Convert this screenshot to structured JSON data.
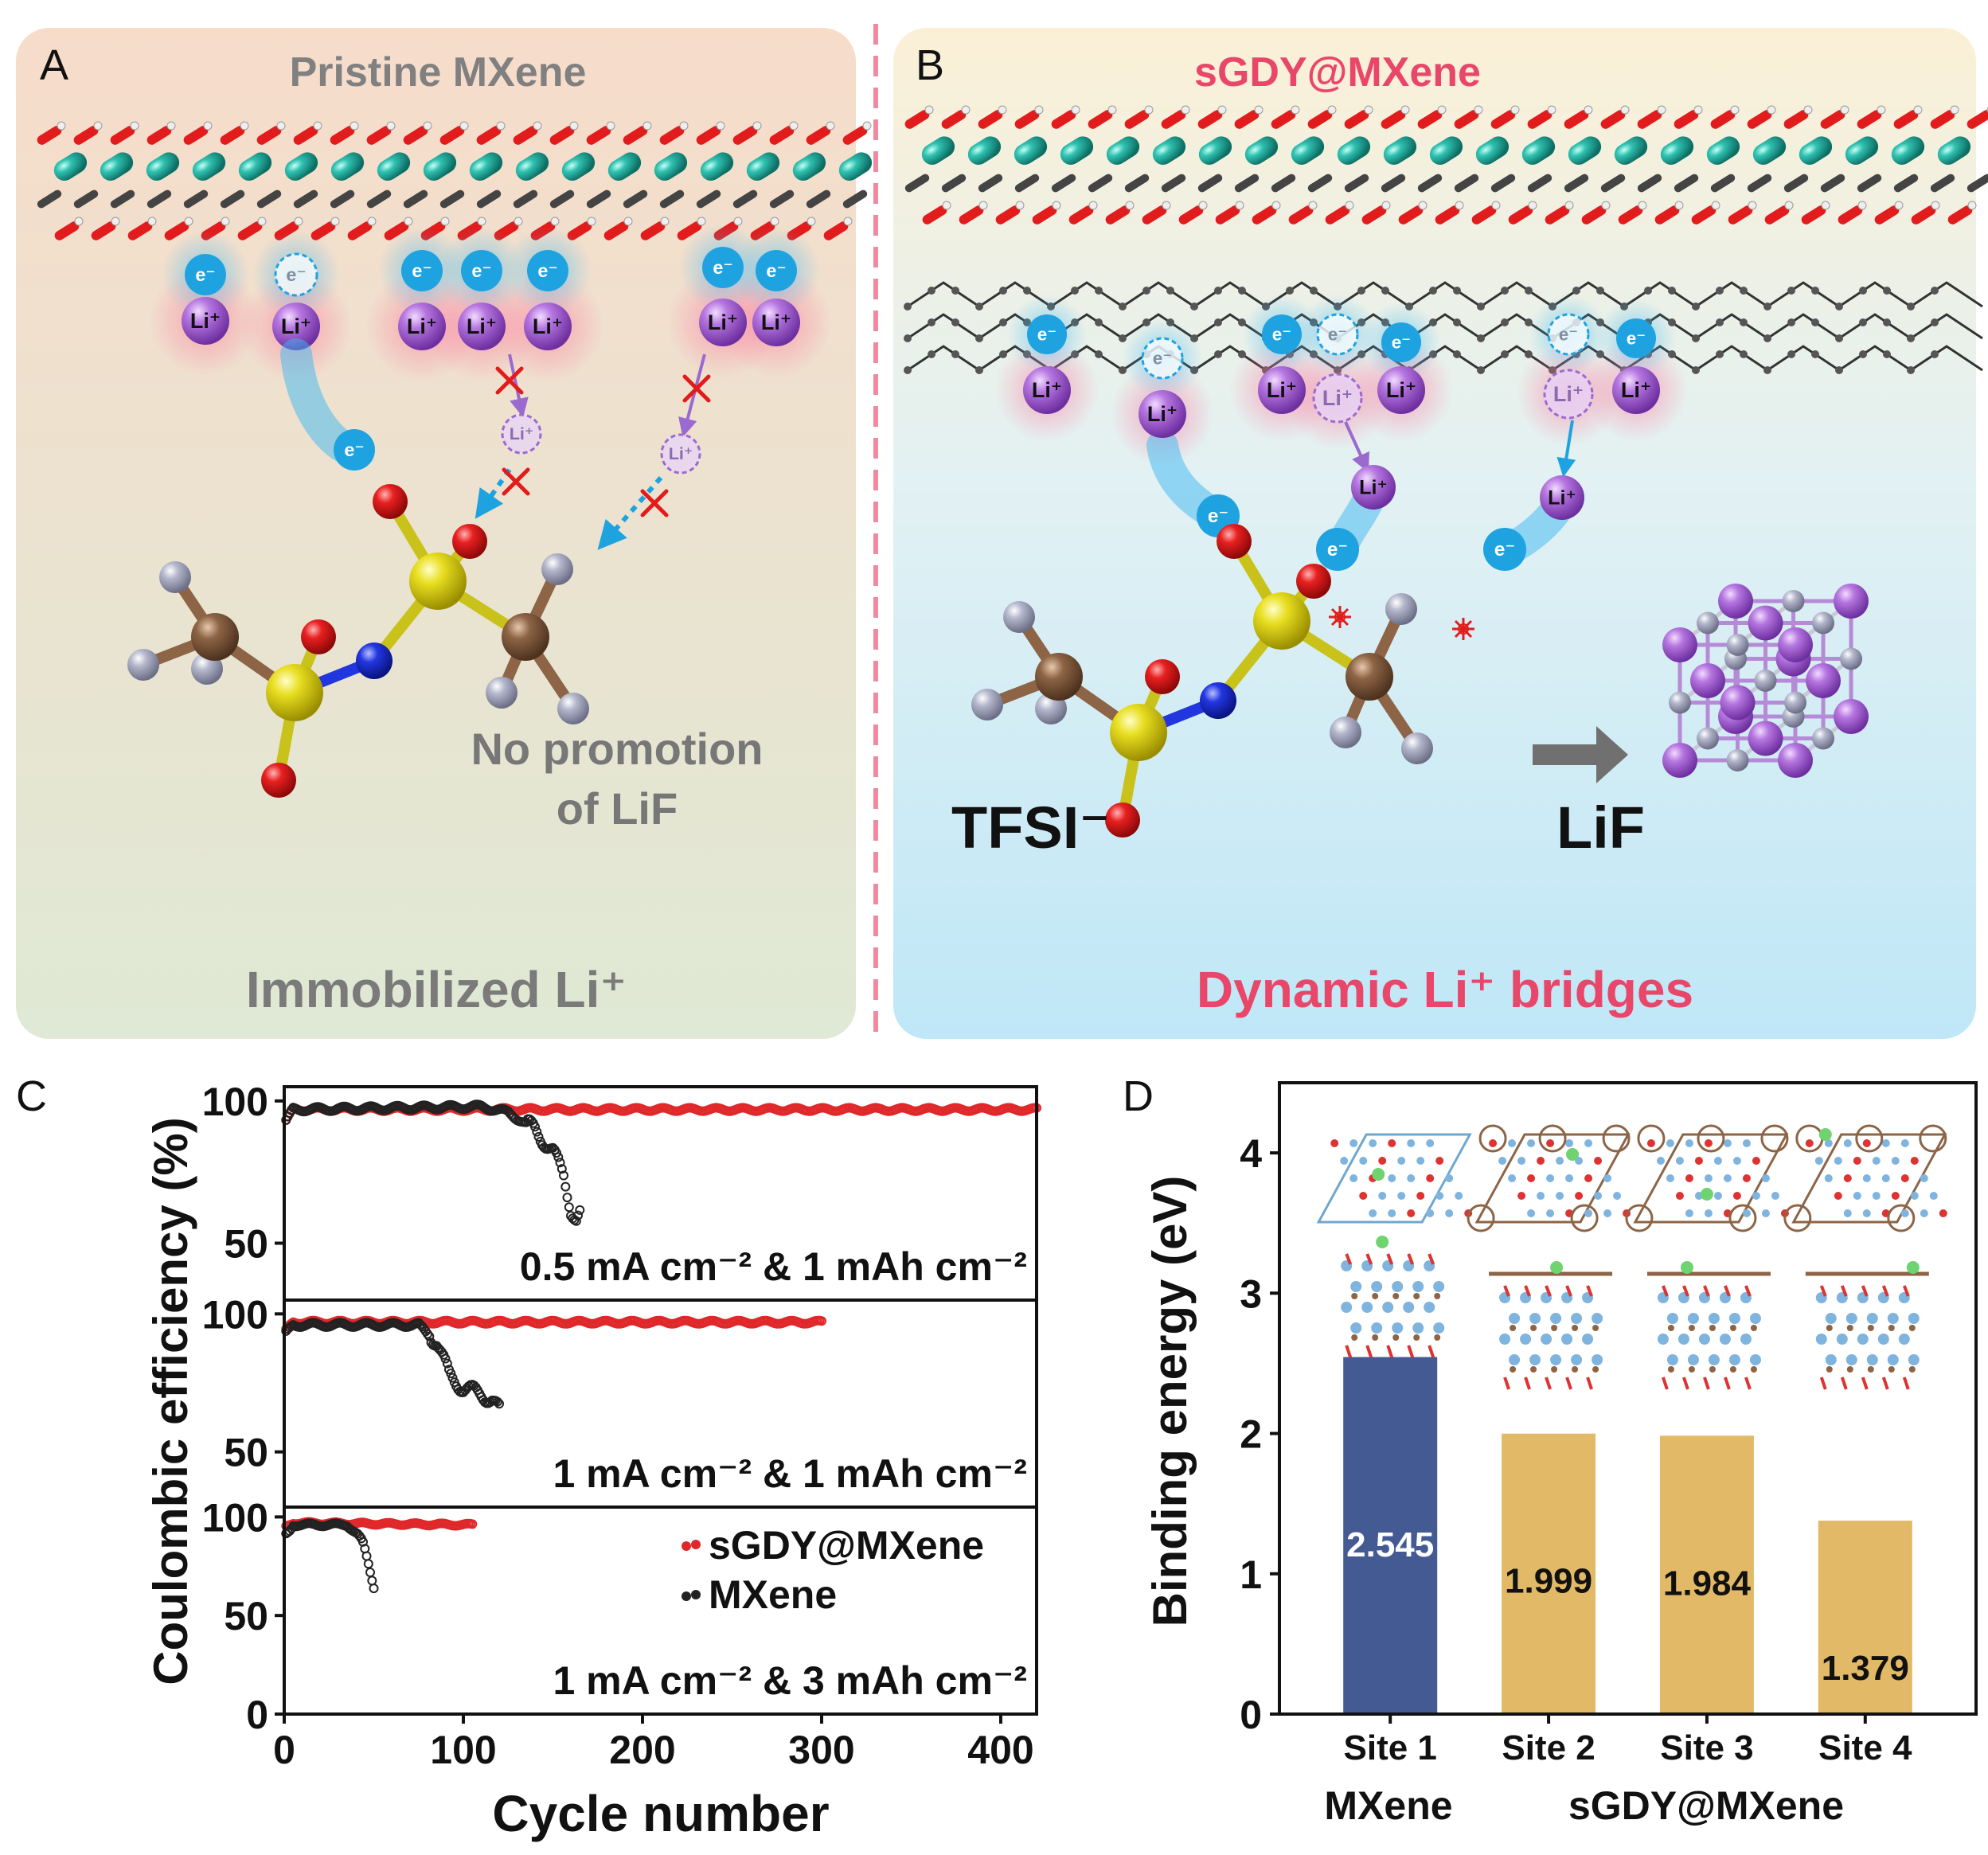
{
  "panel_a": {
    "letter": "A",
    "title": "Pristine MXene",
    "caption": "Immobilized Li⁺",
    "note_line1": "No promotion",
    "note_line2": "of LiF",
    "electron": "e⁻",
    "lithium": "Li⁺",
    "bg_top": "#f7dcca",
    "bg_bottom": "#dfe9d5"
  },
  "panel_b": {
    "letter": "B",
    "title": "sGDY@MXene",
    "caption": "Dynamic Li⁺ bridges",
    "anion": "TFSI⁻",
    "product": "LiF",
    "electron": "e⁻",
    "lithium": "Li⁺",
    "bg_top": "#fbf0d6",
    "bg_bottom": "#bfe7f7"
  },
  "colors": {
    "pink_title": "#e8476a",
    "gray_title": "#808080",
    "electron": "#1fa3e0",
    "lithium": "#b07fd6",
    "oxygen": "#e21c1c",
    "sulfur": "#e6dd22",
    "nitrogen": "#1f2fd8",
    "carbon": "#8a6143",
    "fluorine": "#b0b3c9",
    "mxene_ti": "#2fbfae",
    "mxene_bar": "#444444",
    "divider": "#f08aa0"
  },
  "panel_c": {
    "letter": "C",
    "chart_data": {
      "type": "scatter",
      "xlabel": "Cycle number",
      "ylabel": "Coulombic efficiency (%)",
      "xlim": [
        0,
        420
      ],
      "xticks": [
        0,
        100,
        200,
        300,
        400
      ],
      "yticks": [
        0,
        50,
        100
      ],
      "legend_position": "right",
      "series": [
        {
          "name": "sGDY@MXene",
          "color": "#e0282a"
        },
        {
          "name": "MXene",
          "color": "#222222"
        }
      ],
      "subplots": [
        {
          "condition": "0.5 mA cm⁻² & 1 mAh cm⁻²",
          "ylim": [
            30,
            105
          ],
          "sgdy": {
            "cycles": [
              1,
              420
            ],
            "values": [
              [
                1,
                93
              ],
              [
                5,
                97
              ],
              [
                420,
                97
              ]
            ]
          },
          "mxene": {
            "cycles": [
              1,
              165
            ],
            "values": [
              [
                1,
                93
              ],
              [
                5,
                97
              ],
              [
                110,
                98
              ],
              [
                125,
                96
              ],
              [
                140,
                90
              ],
              [
                150,
                82
              ],
              [
                156,
                74
              ],
              [
                160,
                62
              ],
              [
                163,
                58
              ],
              [
                165,
                60
              ]
            ]
          }
        },
        {
          "condition": "1 mA cm⁻² & 1 mAh cm⁻²",
          "ylim": [
            30,
            105
          ],
          "sgdy": {
            "cycles": [
              1,
              300
            ],
            "values": [
              [
                1,
                94
              ],
              [
                5,
                97
              ],
              [
                300,
                97
              ]
            ]
          },
          "mxene": {
            "cycles": [
              1,
              120
            ],
            "values": [
              [
                1,
                93
              ],
              [
                5,
                96
              ],
              [
                75,
                96
              ],
              [
                85,
                90
              ],
              [
                92,
                78
              ],
              [
                100,
                73
              ],
              [
                110,
                71
              ],
              [
                116,
                69
              ],
              [
                120,
                65
              ]
            ]
          }
        },
        {
          "condition": "1 mA cm⁻² & 3 mAh cm⁻²",
          "ylim": [
            0,
            105
          ],
          "sgdy": {
            "cycles": [
              1,
              105
            ],
            "values": [
              [
                1,
                95
              ],
              [
                5,
                97
              ],
              [
                105,
                96
              ]
            ]
          },
          "mxene": {
            "cycles": [
              1,
              50
            ],
            "values": [
              [
                1,
                90
              ],
              [
                5,
                96
              ],
              [
                35,
                96
              ],
              [
                40,
                92
              ],
              [
                44,
                85
              ],
              [
                47,
                76
              ],
              [
                50,
                66
              ]
            ]
          }
        }
      ]
    }
  },
  "panel_d": {
    "letter": "D",
    "chart_data": {
      "type": "bar",
      "categories": [
        "Site 1",
        "Site 2",
        "Site 3",
        "Site 4"
      ],
      "values": [
        2.545,
        1.999,
        1.984,
        1.379
      ],
      "value_labels": [
        "2.545",
        "1.999",
        "1.984",
        "1.379"
      ],
      "bar_colors": [
        "#435a93",
        "#e2b966",
        "#e2b966",
        "#e2b966"
      ],
      "group_labels": [
        {
          "text": "MXene",
          "sites": [
            0
          ]
        },
        {
          "text": "sGDY@MXene",
          "sites": [
            1,
            2,
            3
          ]
        }
      ],
      "xlabel": "",
      "ylabel": "Binding energy (eV)",
      "ylim": [
        0,
        4.5
      ],
      "yticks": [
        0,
        1,
        2,
        3,
        4
      ]
    }
  }
}
